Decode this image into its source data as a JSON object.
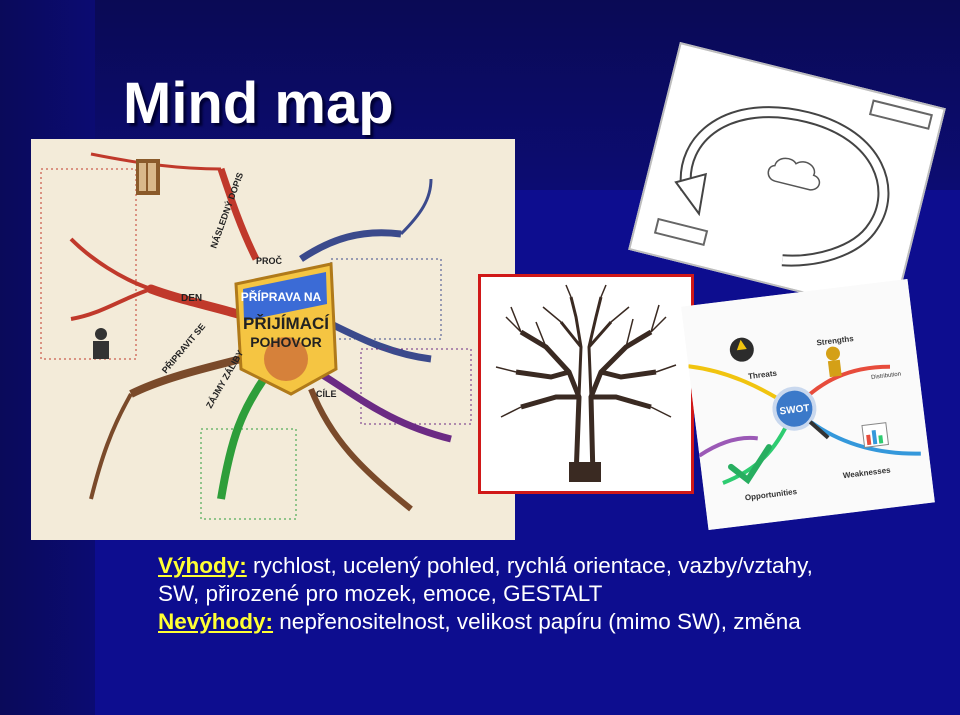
{
  "slide": {
    "title": "Mind map",
    "pros_label": "Výhody:",
    "pros_line1": "rychlost, ucelený pohled, rychlá orientace, vazby/vztahy,",
    "pros_line2": "SW, přirozené pro mozek, emoce, GESTALT",
    "cons_label": "Nevýhody:",
    "cons_text": "nepřenositelnost, velikost papíru (mimo SW), změna"
  },
  "mindmap": {
    "center_line1": "PŘÍPRAVA NA",
    "center_line2": "PŘIJÍMACÍ",
    "center_line3": "POHOVOR",
    "branches": [
      "DEN",
      "PŘIPRAVIT SE",
      "ZÁJMY ZÁLIBY",
      "CÍLE",
      "PROČ",
      "NÁSLEDNÝ DOPIS"
    ]
  },
  "swot": {
    "center": "SWOT",
    "threats": "Threats",
    "strengths": "Strengths",
    "opportunities": "Opportunities",
    "weaknesses": "Weaknesses",
    "distribution": "Distribution"
  },
  "colors": {
    "background": "#0d0d8f",
    "title_text": "#ffffff",
    "label_yellow": "#ffff33",
    "tree_frame": "#d01818"
  }
}
